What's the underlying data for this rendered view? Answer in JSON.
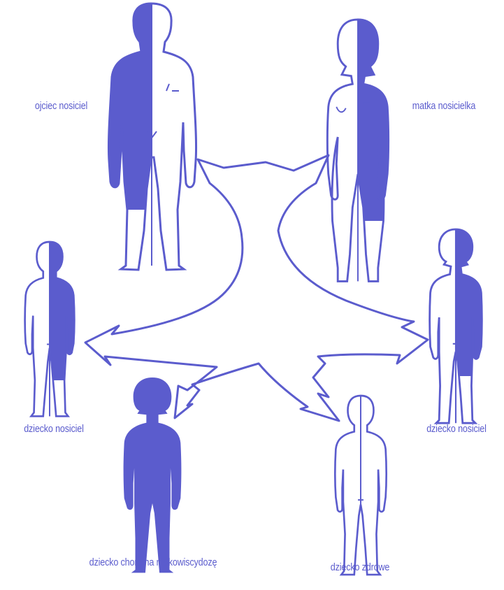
{
  "colors": {
    "primary": "#5b5ccd",
    "background": "#ffffff",
    "outline": "#5b5ccd"
  },
  "figures": [
    {
      "id": "father",
      "label": "ojciec nosiciel",
      "status": "carrier",
      "fill": "half-left",
      "hair": "short"
    },
    {
      "id": "mother",
      "label": "matka nosicielka",
      "status": "carrier",
      "fill": "half-right",
      "hair": "long"
    },
    {
      "id": "child-left",
      "label": "dziecko nosiciel",
      "status": "carrier",
      "fill": "half-right",
      "hair": "short"
    },
    {
      "id": "child-sick",
      "label": "dziecko chore na mukowiscydozę",
      "status": "affected",
      "fill": "full",
      "hair": "bob"
    },
    {
      "id": "child-healthy",
      "label": "dziecko zdrowe",
      "status": "healthy",
      "fill": "none",
      "hair": "short"
    },
    {
      "id": "child-right",
      "label": "dziecko nosiciel",
      "status": "carrier",
      "fill": "half-right",
      "hair": "bob"
    }
  ],
  "arrows": [
    {
      "from": "parents",
      "to": "child-left"
    },
    {
      "from": "parents",
      "to": "child-sick"
    },
    {
      "from": "parents",
      "to": "child-healthy"
    },
    {
      "from": "parents",
      "to": "child-right"
    }
  ]
}
